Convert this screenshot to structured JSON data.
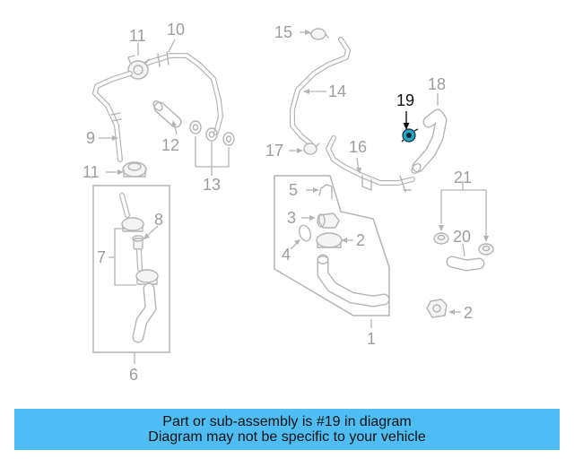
{
  "callouts": {
    "c1": "1",
    "c2a": "2",
    "c2b": "2",
    "c3": "3",
    "c4": "4",
    "c5": "5",
    "c6": "6",
    "c7": "7",
    "c8": "8",
    "c9": "9",
    "c10": "10",
    "c11a": "11",
    "c11b": "11",
    "c12": "12",
    "c13": "13",
    "c14": "14",
    "c15": "15",
    "c16": "16",
    "c17": "17",
    "c18": "18",
    "c19": "19",
    "c20": "20",
    "c21": "21"
  },
  "highlight": {
    "part_number": "19",
    "color": "#27a4c6"
  },
  "banner": {
    "line1": "Part or sub-assembly is #19 in diagram",
    "line2": "Diagram may not be specific to your vehicle",
    "background": "#4dbdf3"
  }
}
